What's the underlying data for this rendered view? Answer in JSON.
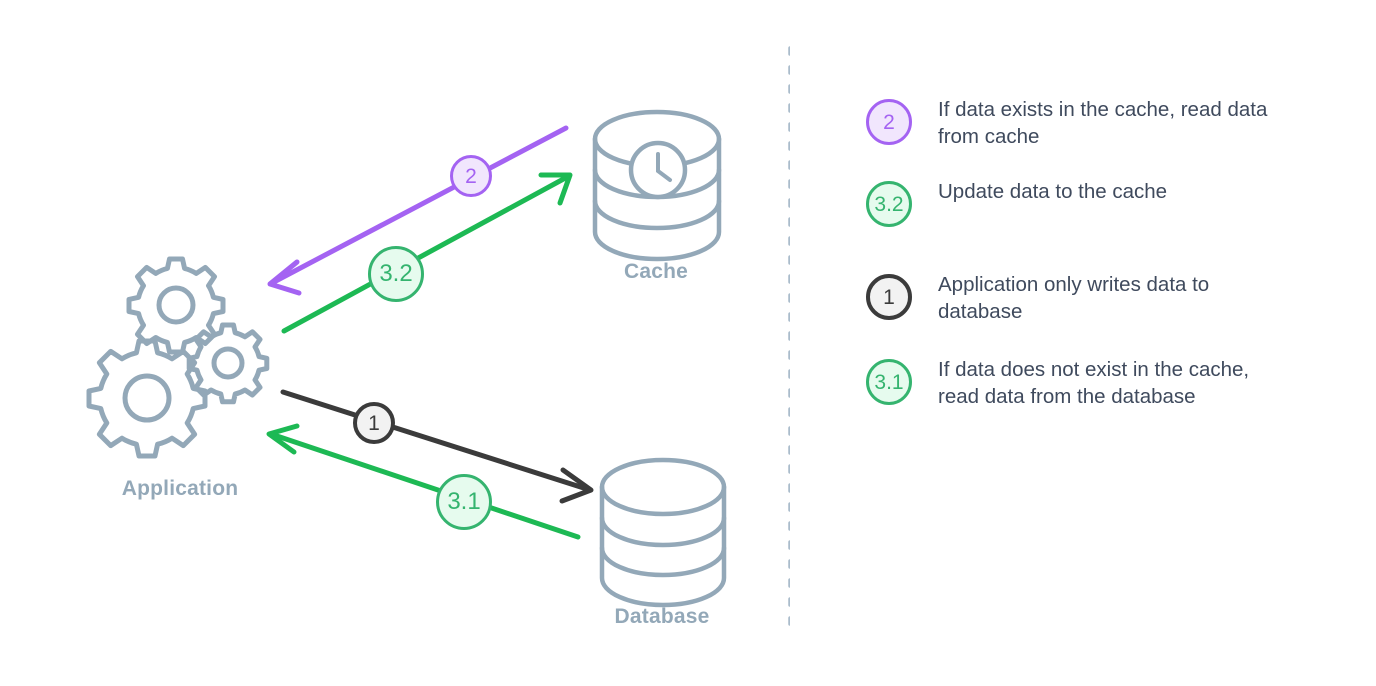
{
  "diagram": {
    "title_present": false,
    "nodes": [
      {
        "id": "application",
        "label": "Application",
        "icon": "gears-icon"
      },
      {
        "id": "cache",
        "label": "Cache",
        "icon": "cache-cylinder-clock-icon"
      },
      {
        "id": "database",
        "label": "Database",
        "icon": "database-cylinder-icon"
      }
    ],
    "edges": [
      {
        "id": "edge-2",
        "badge": "2",
        "from": "cache",
        "to": "application",
        "color": "#a463f2"
      },
      {
        "id": "edge-3-2",
        "badge": "3.2",
        "from": "application",
        "to": "cache",
        "color": "#1db954"
      },
      {
        "id": "edge-1",
        "badge": "1",
        "from": "application",
        "to": "database",
        "color": "#3b3b3b"
      },
      {
        "id": "edge-3-1",
        "badge": "3.1",
        "from": "database",
        "to": "application",
        "color": "#1db954"
      }
    ]
  },
  "legend": {
    "items": [
      {
        "badge": "2",
        "style": "purple",
        "text": "If data exists in the cache, read data from cache"
      },
      {
        "badge": "3.2",
        "style": "green",
        "text": "Update data to the cache"
      },
      {
        "badge": "1",
        "style": "dark",
        "text": "Application only writes data to database"
      },
      {
        "badge": "3.1",
        "style": "green",
        "text": "If data does not exist in the cache, read data from the database"
      }
    ]
  },
  "colors": {
    "purple": "#a463f2",
    "purple_fill": "#f1e6fd",
    "green": "#1db954",
    "green_badge_border": "#35b46f",
    "green_fill": "#e6fbee",
    "dark": "#3b3b3b",
    "dark_fill": "#f2f2f2",
    "icon_slate": "#93a8b8",
    "text_slate": "#3f4a5d",
    "divider": "#aabccb",
    "background": "#ffffff"
  }
}
